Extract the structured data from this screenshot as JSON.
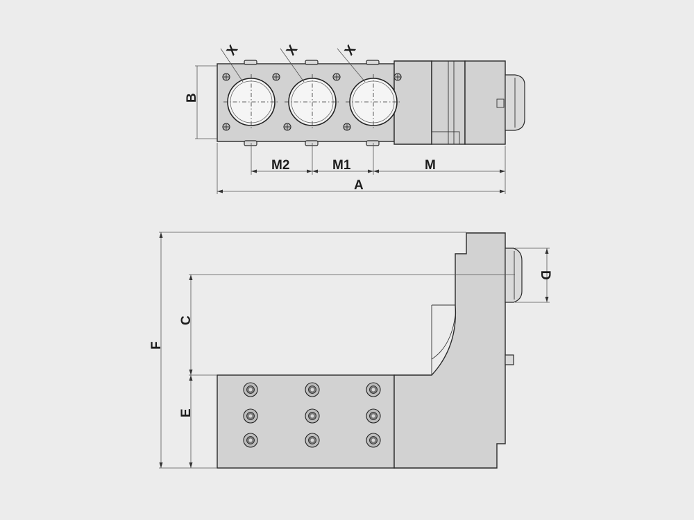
{
  "top_view": {
    "port_markers": [
      "X",
      "X",
      "X"
    ],
    "dim_height": "B",
    "dim_port_spacing_left": "M2",
    "dim_port_spacing_right": "M1",
    "dim_port_to_end": "M",
    "dim_overall_length": "A"
  },
  "side_view": {
    "dim_overall_height": "F",
    "dim_upper_section": "C",
    "dim_lower_section": "E",
    "dim_knob": "D",
    "screw_grid": {
      "columns": 3,
      "rows": 3
    }
  },
  "colors": {
    "background": "#ececec",
    "body": "#d2d2d2",
    "line": "#2a2a2a"
  }
}
